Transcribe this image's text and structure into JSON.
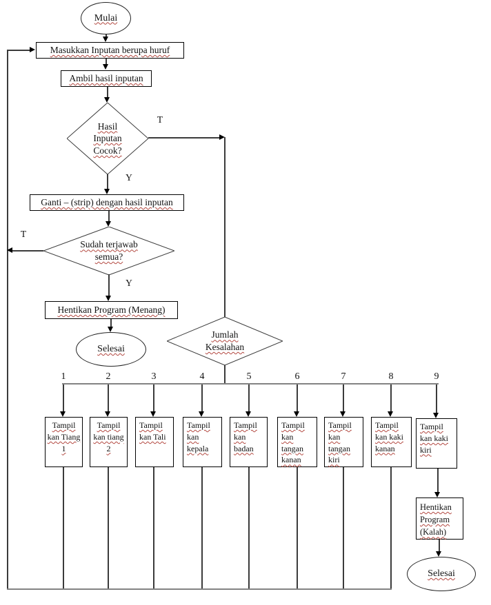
{
  "colors": {
    "background": "#ffffff",
    "ink": "#111111",
    "line": "#3a3a3a",
    "gray_line": "#828282",
    "squiggle_underline": "#b2473f"
  },
  "flowchart": {
    "start": "Mulai",
    "steps": {
      "input": "Masukkan Inputan berupa huruf",
      "fetch": "Ambil hasil inputan",
      "replace": "Ganti – (strip) dengan hasil inputan",
      "stop_win": "Hentikan Program (Menang)",
      "stop_lose": "Hentikan Program (Kalah)"
    },
    "decisions": {
      "match": "Hasil Inputan Cocok?",
      "answered": "Sudah terjawab semua?",
      "errors": "Jumlah Kesalahan"
    },
    "terminals": {
      "end_win": "Selesai",
      "end_lose": "Selesai"
    },
    "branch_labels": {
      "match_true": "T",
      "match_yes": "Y",
      "answered_true": "T",
      "answered_yes": "Y"
    },
    "error_counts": [
      "1",
      "2",
      "3",
      "4",
      "5",
      "6",
      "7",
      "8",
      "9"
    ],
    "error_actions": [
      "Tampil kan Tiang 1",
      "Tampil kan tiang 2",
      "Tampil kan Tali",
      "Tampil kan kepala",
      "Tampil kan badan",
      "Tampil kan tangan kanan",
      "Tampil kan tangan kiri",
      "Tampil kan kaki kanan",
      "Tampil kan kaki kiri"
    ]
  }
}
